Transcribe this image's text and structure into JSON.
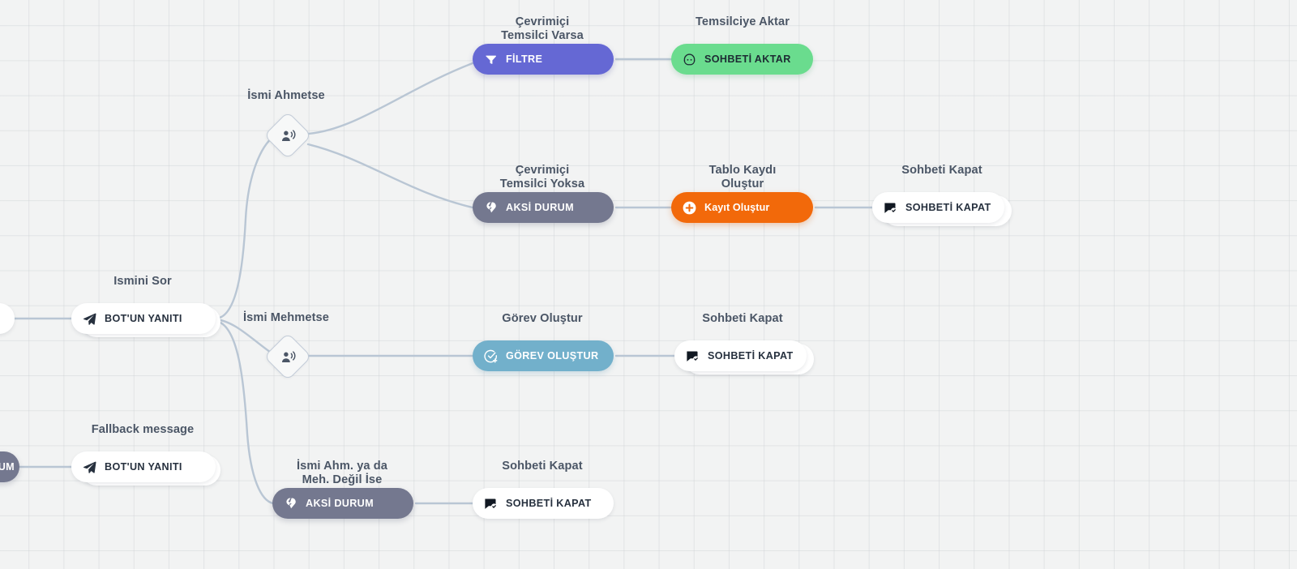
{
  "canvas": {
    "background_color": "#f2f3f3",
    "grid_color": "#cdd1d4",
    "edge_color": "#b9c6d4"
  },
  "palette": {
    "purple": "#6568d4",
    "green": "#6adc8e",
    "gray": "#74788f",
    "orange": "#f2690a",
    "teal": "#72b0cb",
    "white": "#ffffff",
    "title_text": "#4b5666"
  },
  "flow": {
    "titles": {
      "filter_branch": "Çevrimiçi\nTemsilci Varsa",
      "transfer_agent": "Temsilciye Aktar",
      "condition_ahmet": "İsmi Ahmetse",
      "no_agent_branch": "Çevrimiçi\nTemsilci Yoksa",
      "create_record": "Tablo Kaydı\nOluştur",
      "close_chat_top": "Sohbeti Kapat",
      "ask_name": "Ismini Sor",
      "condition_mehmet": "İsmi Mehmetse",
      "create_task": "Görev Oluştur",
      "close_chat_mid": "Sohbeti Kapat",
      "fallback_message": "Fallback message",
      "else_branch": "İsmi Ahm. ya da\nMeh. Değil İse",
      "close_chat_bottom": "Sohbeti Kapat"
    },
    "nodes": {
      "filter": {
        "label": "FİLTRE",
        "icon": "funnel-icon",
        "color": "#6568d4"
      },
      "transfer_chat": {
        "label": "SOHBETİ AKTAR",
        "icon": "headset-agent-icon",
        "color": "#6adc8e"
      },
      "else_top": {
        "label": "AKSİ DURUM",
        "icon": "broken-heart-icon",
        "color": "#74788f"
      },
      "create_record": {
        "label": "Kayıt Oluştur",
        "icon": "plus-circle-icon",
        "color": "#f2690a"
      },
      "close_chat_top": {
        "label": "SOHBETİ KAPAT",
        "icon": "chat-check-icon",
        "color": "#ffffff"
      },
      "bot_answer_1": {
        "label": "BOT'UN YANITI",
        "icon": "paper-plane-icon",
        "color": "#ffffff"
      },
      "create_task": {
        "label": "GÖREV OLUŞTUR",
        "icon": "task-check-icon",
        "color": "#72b0cb"
      },
      "close_chat_mid": {
        "label": "SOHBETİ KAPAT",
        "icon": "chat-check-icon",
        "color": "#ffffff"
      },
      "bot_answer_2": {
        "label": "BOT'UN YANITI",
        "icon": "paper-plane-icon",
        "color": "#ffffff"
      },
      "else_bottom": {
        "label": "AKSİ DURUM",
        "icon": "broken-heart-icon",
        "color": "#74788f"
      },
      "close_chat_bottom": {
        "label": "SOHBETİ KAPAT",
        "icon": "chat-check-icon",
        "color": "#ffffff"
      },
      "condition_ahmet": {
        "icon": "user-speaking-icon"
      },
      "condition_mehmet": {
        "icon": "user-speaking-icon"
      },
      "offscreen_left_gray": {
        "label": "UM",
        "color": "#74788f"
      }
    }
  }
}
